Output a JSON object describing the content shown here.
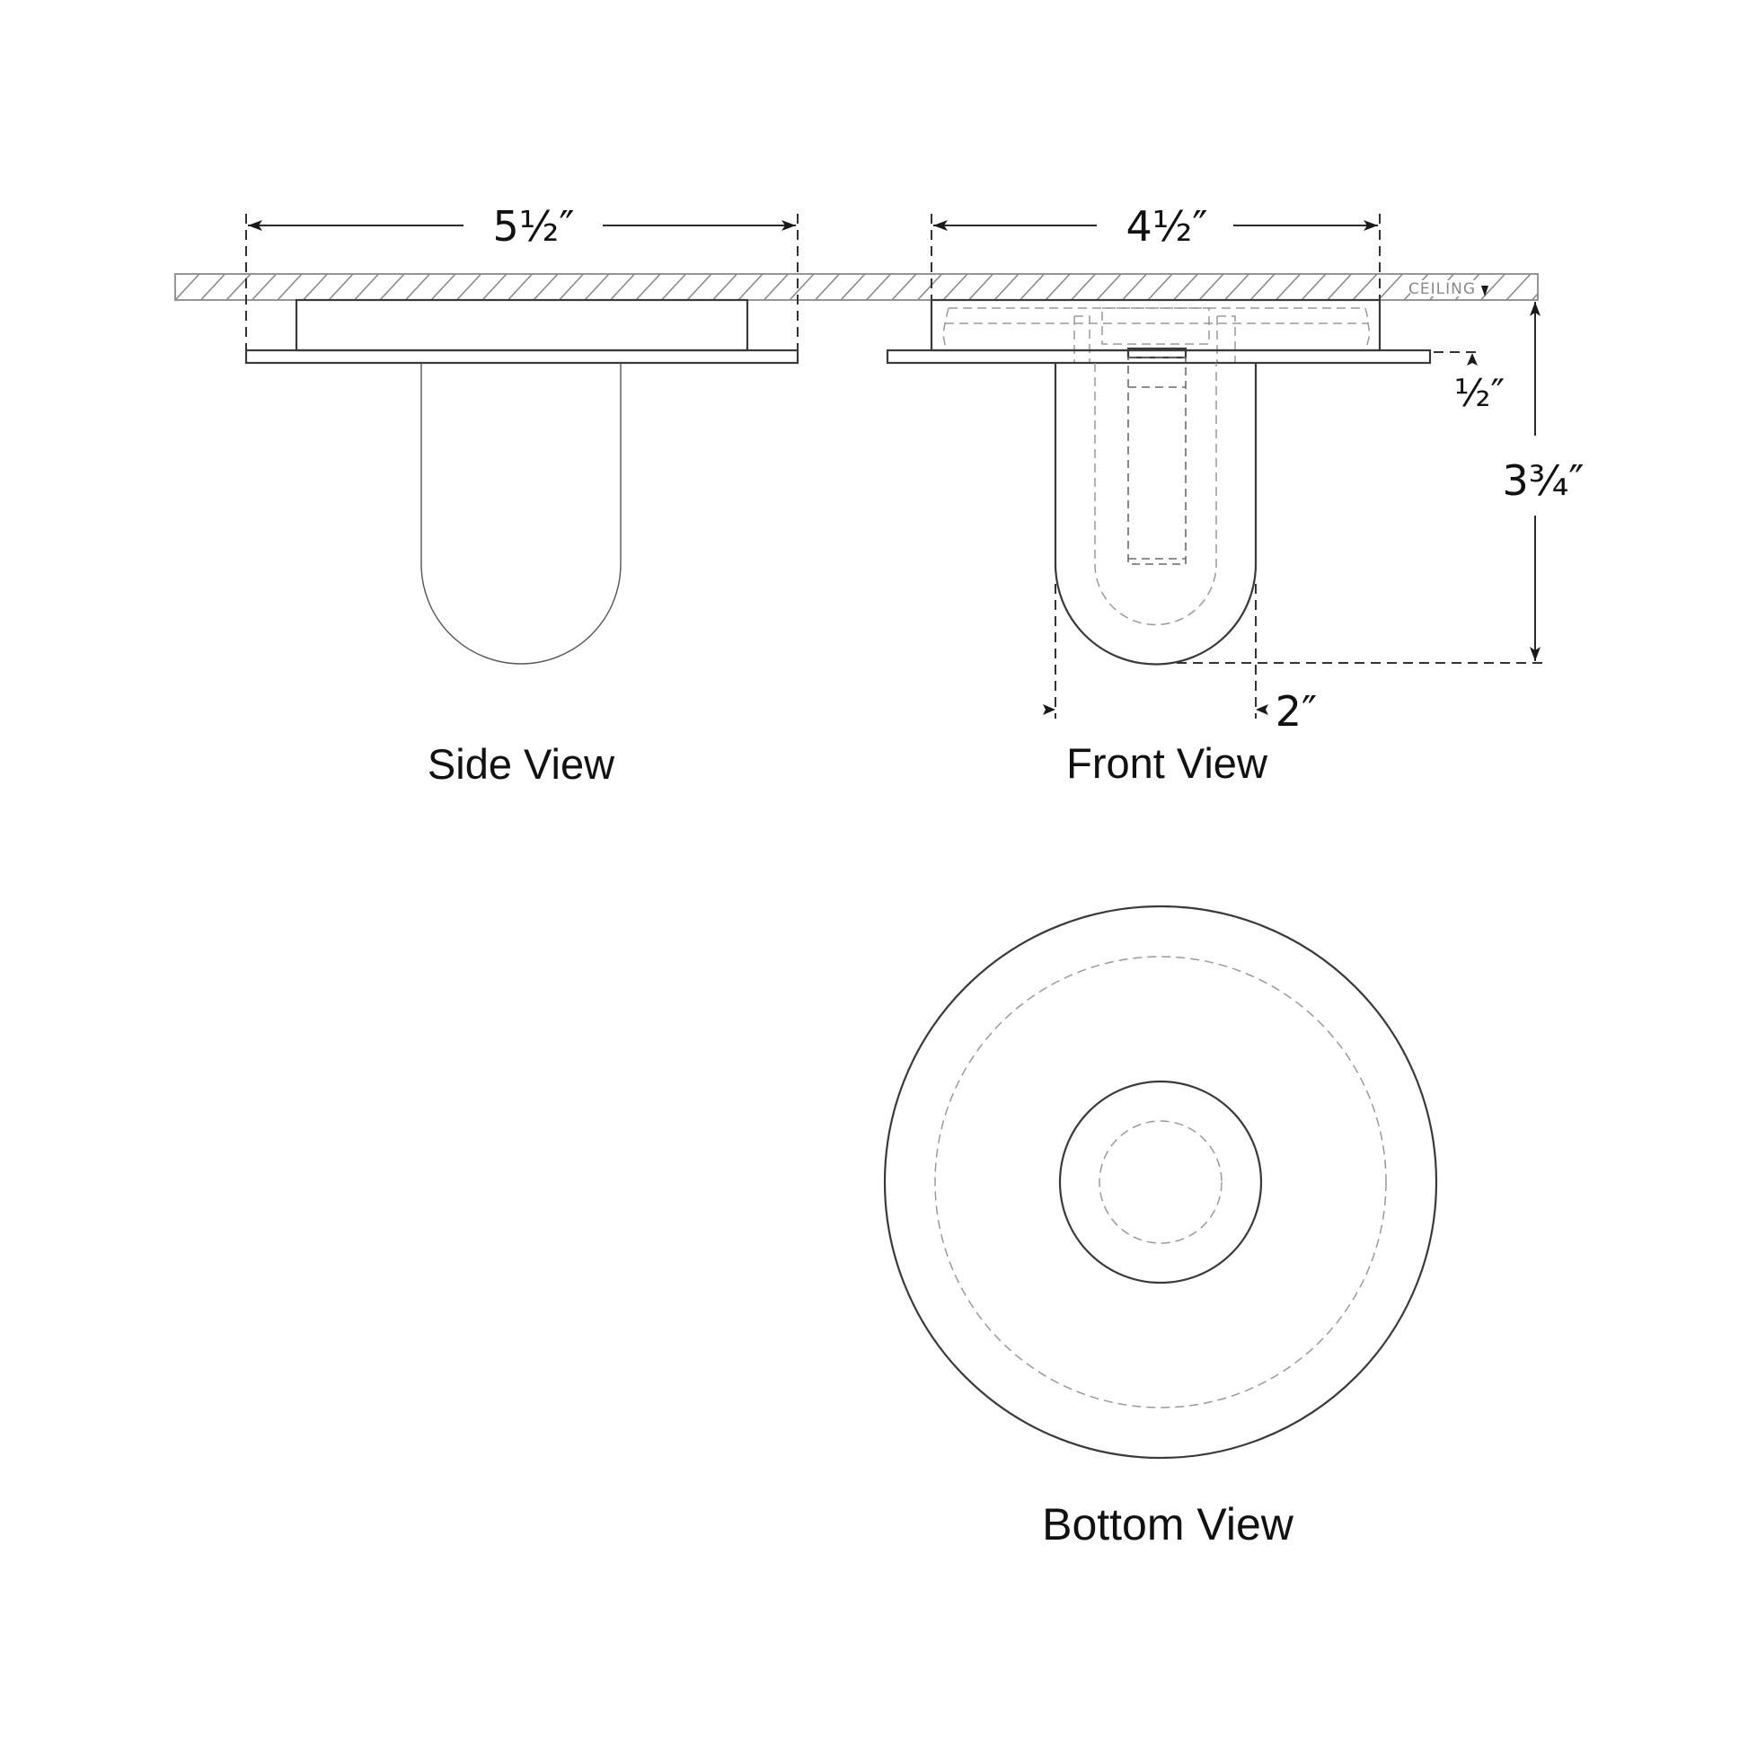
{
  "drawing": {
    "type": "technical-dimension-drawing",
    "subject": "flush mount ceiling light fixture",
    "ceiling_label": "CEILING",
    "views": [
      {
        "id": "side",
        "label": "Side View"
      },
      {
        "id": "front",
        "label": "Front View"
      },
      {
        "id": "bottom",
        "label": "Bottom View"
      }
    ],
    "dimensions": {
      "side_width": "5½″",
      "front_width": "4½″",
      "canopy_projection": "½″",
      "overall_height": "3¾″",
      "shade_diameter": "2″"
    }
  },
  "colors": {
    "background": "#ffffff",
    "line": "#3a3a3a",
    "hidden_line": "#9a9a9a",
    "hatch": "#8a8a8a",
    "text": "#111111"
  }
}
